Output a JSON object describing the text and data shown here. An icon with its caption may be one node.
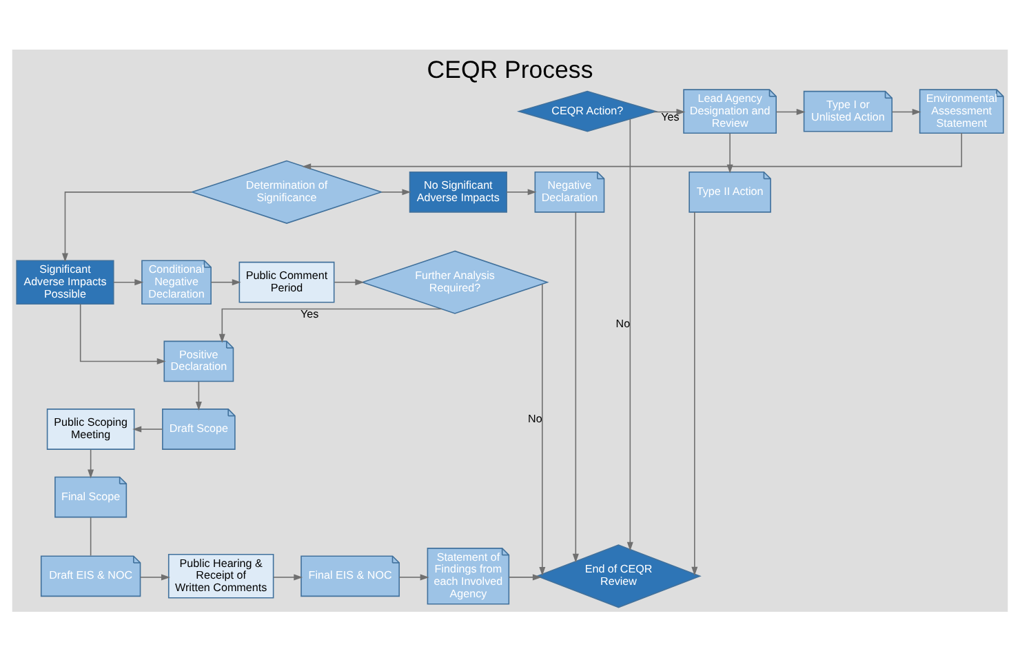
{
  "diagram": {
    "title": "CEQR Process",
    "nodes": [
      {
        "text": [
          "CEQR Action?"
        ]
      },
      {
        "text": [
          "Lead Agency Designation and Review"
        ]
      },
      {
        "text": [
          "Type I or Unlisted Action"
        ]
      },
      {
        "text": [
          "Environmental Assessment Statement"
        ]
      },
      {
        "text": [
          "Type II Action"
        ]
      },
      {
        "text": [
          "Determination of Significance"
        ]
      },
      {
        "text": [
          "No Significant Adverse Impacts"
        ]
      },
      {
        "text": [
          "Negative Declaration"
        ]
      },
      {
        "text": [
          "Significant Adverse Impacts Possible"
        ]
      },
      {
        "text": [
          "Conditional Negative Declaration"
        ]
      },
      {
        "text": [
          "Public Comment Period"
        ]
      },
      {
        "text": [
          "Further Analysis Required?"
        ]
      },
      {
        "text": [
          "Positive Declaration"
        ]
      },
      {
        "text": [
          "Draft Scope"
        ]
      },
      {
        "text": [
          "Public Scoping Meeting"
        ]
      },
      {
        "text": [
          "Final Scope"
        ]
      },
      {
        "text": [
          "Draft EIS & NOC"
        ]
      },
      {
        "text": [
          "Public Hearing & Receipt of Written Comments"
        ]
      },
      {
        "text": [
          "Final EIS & NOC"
        ]
      },
      {
        "text": [
          "Statement of Findings from each Involved Agency"
        ]
      },
      {
        "text": [
          "End of CEQR Review"
        ]
      }
    ],
    "edges": [
      {
        "from": 0,
        "to": 1,
        "arrow": "to",
        "label": "Yes"
      },
      {
        "from": 1,
        "to": 2,
        "arrow": "to"
      },
      {
        "from": 2,
        "to": 3,
        "arrow": "to"
      },
      {
        "from": 1,
        "to": 4,
        "arrow": "to"
      },
      {
        "from": 3,
        "to": 5,
        "arrow": "to"
      },
      {
        "from": 5,
        "to": 6,
        "arrow": "to"
      },
      {
        "from": 5,
        "to": 8,
        "arrow": "to"
      },
      {
        "from": 6,
        "to": 7,
        "arrow": "to"
      },
      {
        "from": 8,
        "to": 9,
        "arrow": "to"
      },
      {
        "from": 9,
        "to": 10,
        "arrow": "to"
      },
      {
        "from": 10,
        "to": 11,
        "arrow": "to"
      },
      {
        "from": 11,
        "to": 20,
        "arrow": "to",
        "label": "No"
      },
      {
        "from": 11,
        "to": 12,
        "arrow": "to",
        "label": "Yes"
      },
      {
        "from": 8,
        "to": 12,
        "arrow": "to"
      },
      {
        "from": 7,
        "to": 20,
        "arrow": "to"
      },
      {
        "from": 12,
        "to": 13,
        "arrow": "to"
      },
      {
        "from": 13,
        "to": 14,
        "arrow": "to"
      },
      {
        "from": 14,
        "to": 15,
        "arrow": "to"
      },
      {
        "from": 15,
        "to": 16,
        "arrow": "none"
      },
      {
        "from": 16,
        "to": 17,
        "arrow": "to"
      },
      {
        "from": 17,
        "to": 18,
        "arrow": "to"
      },
      {
        "from": 18,
        "to": 19,
        "arrow": "to"
      },
      {
        "from": 19,
        "to": 20,
        "arrow": "to"
      },
      {
        "from": 0,
        "to": 20,
        "arrow": "to",
        "label": "No"
      },
      {
        "from": 4,
        "to": 20,
        "arrow": "to"
      }
    ]
  }
}
